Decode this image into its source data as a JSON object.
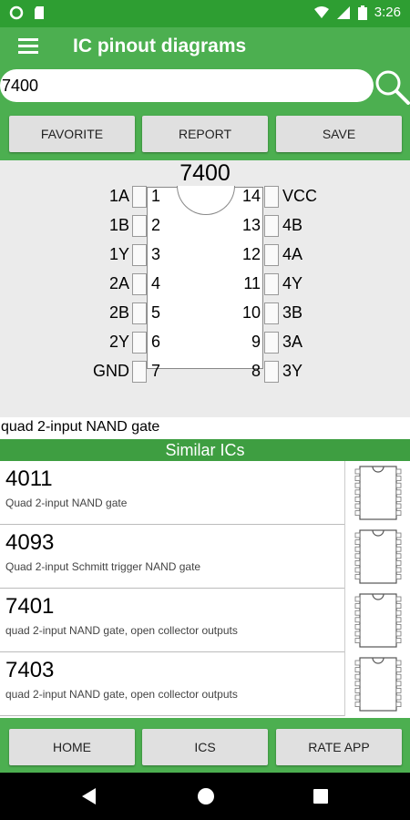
{
  "status": {
    "time": "3:26",
    "battery": "8"
  },
  "appbar": {
    "title": "IC pinout diagrams"
  },
  "search": {
    "value": "7400"
  },
  "actions": {
    "favorite": "FAVORITE",
    "report": "REPORT",
    "save": "SAVE"
  },
  "chip": {
    "name": "7400",
    "left_pins": [
      {
        "num": "1",
        "name": "1A"
      },
      {
        "num": "2",
        "name": "1B"
      },
      {
        "num": "3",
        "name": "1Y"
      },
      {
        "num": "4",
        "name": "2A"
      },
      {
        "num": "5",
        "name": "2B"
      },
      {
        "num": "6",
        "name": "2Y"
      },
      {
        "num": "7",
        "name": "GND"
      }
    ],
    "right_pins": [
      {
        "num": "14",
        "name": "VCC"
      },
      {
        "num": "13",
        "name": "4B"
      },
      {
        "num": "12",
        "name": "4A"
      },
      {
        "num": "11",
        "name": "4Y"
      },
      {
        "num": "10",
        "name": "3B"
      },
      {
        "num": "9",
        "name": "3A"
      },
      {
        "num": "8",
        "name": "3Y"
      }
    ],
    "description": "quad 2-input NAND gate"
  },
  "similar": {
    "heading": "Similar ICs",
    "items": [
      {
        "num": "4011",
        "desc": "Quad 2-input NAND gate"
      },
      {
        "num": "4093",
        "desc": "Quad 2-input Schmitt trigger NAND gate"
      },
      {
        "num": "7401",
        "desc": "quad 2-input NAND gate, open collector outputs"
      },
      {
        "num": "7403",
        "desc": "quad 2-input NAND gate, open collector outputs"
      }
    ]
  },
  "bottom": {
    "home": "HOME",
    "ics": "ICS",
    "rate": "RATE APP"
  },
  "colors": {
    "primary": "#4caf50",
    "status": "#2e9e32",
    "header": "#3e9e41"
  }
}
